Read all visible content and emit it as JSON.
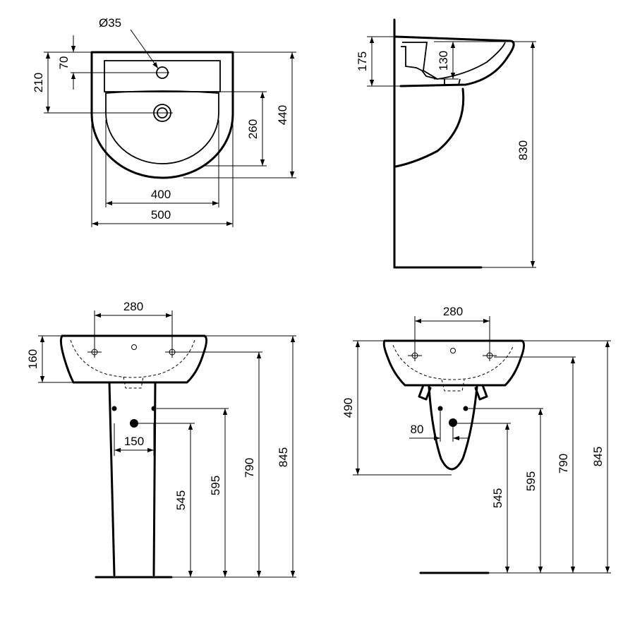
{
  "top_view": {
    "hole_diameter": "Ø35",
    "tap_offset": "70",
    "waste_offset": "210",
    "bowl_depth": "260",
    "total_depth": "440",
    "bowl_width": "400",
    "total_width": "500"
  },
  "side_view": {
    "basin_height": "175",
    "bowl_height": "130",
    "rim_height": "830"
  },
  "pedestal_view": {
    "fixing_width": "280",
    "basin_height": "160",
    "waste_spacing": "150",
    "waste_height": "545",
    "supply_height": "595",
    "fixing_height": "790",
    "rim_height": "845"
  },
  "semi_pedestal_view": {
    "fixing_width": "280",
    "pedestal_height": "490",
    "waste_offset": "80",
    "waste_height": "545",
    "supply_height": "595",
    "fixing_height": "790",
    "rim_height": "845"
  }
}
